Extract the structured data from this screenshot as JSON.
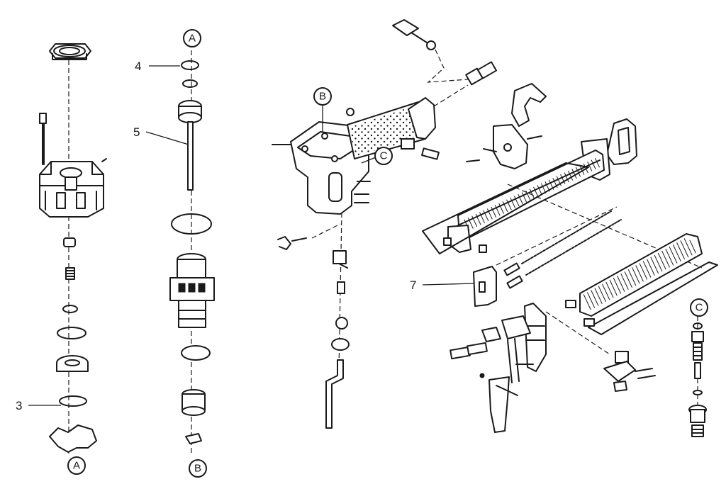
{
  "callouts": {
    "part_3": "3",
    "part_4": "4",
    "part_5": "5",
    "part_7": "7"
  },
  "connectors": {
    "a_top": "A",
    "a_bottom": "A",
    "b_top": "B",
    "b_bottom": "B",
    "c_left": "C",
    "c_right": "C"
  }
}
